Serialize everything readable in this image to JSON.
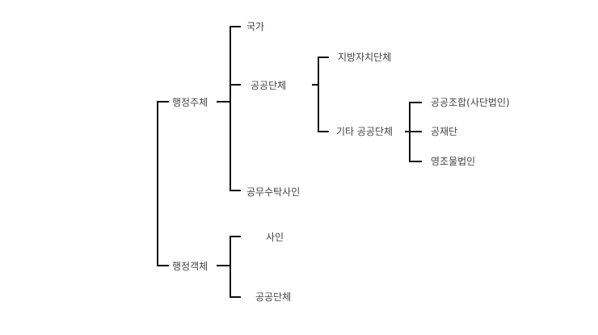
{
  "diagram": {
    "type": "tree",
    "root": {
      "children": [
        {
          "label": "행정주체",
          "children": [
            {
              "label": "국가"
            },
            {
              "label": "공공단체",
              "children": [
                {
                  "label": "지방자치단체"
                },
                {
                  "label": "기타 공공단체",
                  "children": [
                    {
                      "label": "공공조합(사단법인)"
                    },
                    {
                      "label": "공재단"
                    },
                    {
                      "label": "영조물법인"
                    }
                  ]
                }
              ]
            },
            {
              "label": "공무수탁사인"
            }
          ]
        },
        {
          "label": "행정객체",
          "children": [
            {
              "label": "사인"
            },
            {
              "label": "공공단체"
            }
          ]
        }
      ]
    }
  },
  "colors": {
    "line": "#111111",
    "text": "#444444",
    "background": "#ffffff"
  }
}
